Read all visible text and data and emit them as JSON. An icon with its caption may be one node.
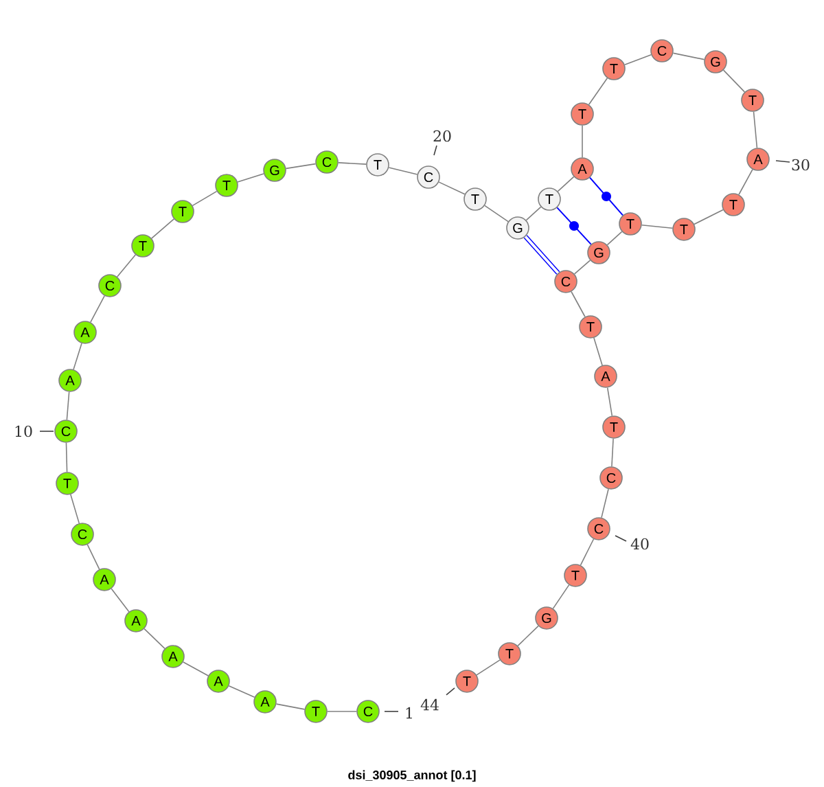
{
  "diagram": {
    "caption": "dsi_30905_annot [0.1]",
    "nodes": [
      {
        "text": [
          "C"
        ],
        "beside": [
          "1"
        ]
      },
      {
        "text": [
          "T"
        ]
      },
      {
        "text": [
          "A"
        ]
      },
      {
        "text": [
          "A"
        ]
      },
      {
        "text": [
          "A"
        ]
      },
      {
        "text": [
          "A"
        ]
      },
      {
        "text": [
          "A"
        ]
      },
      {
        "text": [
          "C"
        ]
      },
      {
        "text": [
          "T"
        ]
      },
      {
        "text": [
          "C"
        ],
        "beside": [
          "10"
        ]
      },
      {
        "text": [
          "A"
        ]
      },
      {
        "text": [
          "A"
        ]
      },
      {
        "text": [
          "C"
        ]
      },
      {
        "text": [
          "T"
        ]
      },
      {
        "text": [
          "T"
        ]
      },
      {
        "text": [
          "T"
        ]
      },
      {
        "text": [
          "G"
        ]
      },
      {
        "text": [
          "C"
        ]
      },
      {
        "text": [
          "T"
        ]
      },
      {
        "text": [
          "C"
        ],
        "beside": [
          "20"
        ]
      },
      {
        "text": [
          "T"
        ]
      },
      {
        "text": [
          "G"
        ]
      },
      {
        "text": [
          "T"
        ]
      },
      {
        "text": [
          "A"
        ]
      },
      {
        "text": [
          "T"
        ]
      },
      {
        "text": [
          "T"
        ]
      },
      {
        "text": [
          "C"
        ]
      },
      {
        "text": [
          "G"
        ]
      },
      {
        "text": [
          "T"
        ]
      },
      {
        "text": [
          "A"
        ],
        "beside": [
          "30"
        ]
      },
      {
        "text": [
          "T"
        ]
      },
      {
        "text": [
          "T"
        ]
      },
      {
        "text": [
          "T"
        ]
      },
      {
        "text": [
          "G"
        ]
      },
      {
        "text": [
          "C"
        ]
      },
      {
        "text": [
          "T"
        ]
      },
      {
        "text": [
          "A"
        ]
      },
      {
        "text": [
          "T"
        ]
      },
      {
        "text": [
          "C"
        ]
      },
      {
        "text": [
          "C"
        ],
        "beside": [
          "40"
        ]
      },
      {
        "text": [
          "T"
        ]
      },
      {
        "text": [
          "G"
        ]
      },
      {
        "text": [
          "T"
        ]
      },
      {
        "text": [
          "T"
        ],
        "beside": [
          "44"
        ]
      }
    ],
    "edges": [
      {
        "from": 0,
        "to": 1,
        "arrow": "none"
      },
      {
        "from": 1,
        "to": 2,
        "arrow": "none"
      },
      {
        "from": 2,
        "to": 3,
        "arrow": "none"
      },
      {
        "from": 3,
        "to": 4,
        "arrow": "none"
      },
      {
        "from": 4,
        "to": 5,
        "arrow": "none"
      },
      {
        "from": 5,
        "to": 6,
        "arrow": "none"
      },
      {
        "from": 6,
        "to": 7,
        "arrow": "none"
      },
      {
        "from": 7,
        "to": 8,
        "arrow": "none"
      },
      {
        "from": 8,
        "to": 9,
        "arrow": "none"
      },
      {
        "from": 9,
        "to": 10,
        "arrow": "none"
      },
      {
        "from": 10,
        "to": 11,
        "arrow": "none"
      },
      {
        "from": 11,
        "to": 12,
        "arrow": "none"
      },
      {
        "from": 12,
        "to": 13,
        "arrow": "none"
      },
      {
        "from": 13,
        "to": 14,
        "arrow": "none"
      },
      {
        "from": 14,
        "to": 15,
        "arrow": "none"
      },
      {
        "from": 15,
        "to": 16,
        "arrow": "none"
      },
      {
        "from": 16,
        "to": 17,
        "arrow": "none"
      },
      {
        "from": 17,
        "to": 18,
        "arrow": "none"
      },
      {
        "from": 18,
        "to": 19,
        "arrow": "none"
      },
      {
        "from": 19,
        "to": 20,
        "arrow": "none"
      },
      {
        "from": 20,
        "to": 21,
        "arrow": "none"
      },
      {
        "from": 21,
        "to": 22,
        "arrow": "none"
      },
      {
        "from": 22,
        "to": 23,
        "arrow": "none"
      },
      {
        "from": 23,
        "to": 24,
        "arrow": "none"
      },
      {
        "from": 24,
        "to": 25,
        "arrow": "none"
      },
      {
        "from": 25,
        "to": 26,
        "arrow": "none"
      },
      {
        "from": 26,
        "to": 27,
        "arrow": "none"
      },
      {
        "from": 27,
        "to": 28,
        "arrow": "none"
      },
      {
        "from": 28,
        "to": 29,
        "arrow": "none"
      },
      {
        "from": 29,
        "to": 30,
        "arrow": "none"
      },
      {
        "from": 30,
        "to": 31,
        "arrow": "none"
      },
      {
        "from": 31,
        "to": 32,
        "arrow": "none"
      },
      {
        "from": 32,
        "to": 33,
        "arrow": "none"
      },
      {
        "from": 33,
        "to": 34,
        "arrow": "none"
      },
      {
        "from": 34,
        "to": 35,
        "arrow": "none"
      },
      {
        "from": 35,
        "to": 36,
        "arrow": "none"
      },
      {
        "from": 36,
        "to": 37,
        "arrow": "none"
      },
      {
        "from": 37,
        "to": 38,
        "arrow": "none"
      },
      {
        "from": 38,
        "to": 39,
        "arrow": "none"
      },
      {
        "from": 39,
        "to": 40,
        "arrow": "none"
      },
      {
        "from": 40,
        "to": 41,
        "arrow": "none"
      },
      {
        "from": 41,
        "to": 42,
        "arrow": "none"
      },
      {
        "from": 42,
        "to": 43,
        "arrow": "none"
      },
      {
        "from": 21,
        "to": 34,
        "arrow": "none",
        "style": "thick",
        "color": "#0000ff"
      },
      {
        "from": 22,
        "to": 33,
        "arrow": "none",
        "color": "#0000ff"
      },
      {
        "from": 23,
        "to": 32,
        "arrow": "none",
        "color": "#0000ff"
      }
    ]
  }
}
